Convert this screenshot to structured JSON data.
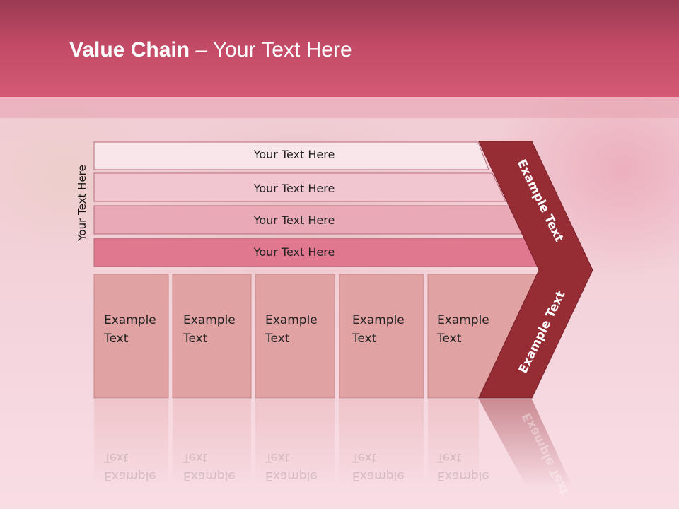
{
  "slide": {
    "title_bold": "Value Chain",
    "title_rest": " – Your Text Here",
    "side_label": "Your Text Here",
    "bars": [
      {
        "label": "Your Text Here",
        "fill": "#f9e6ea"
      },
      {
        "label": "Your Text Here",
        "fill": "#f2c6d0"
      },
      {
        "label": "Your Text Here",
        "fill": "#eaa9b7"
      },
      {
        "label": "Your Text Here",
        "fill": "#e07890"
      }
    ],
    "boxes": [
      {
        "label": "Example\nText"
      },
      {
        "label": "Example\nText"
      },
      {
        "label": "Example\nText"
      },
      {
        "label": "Example\nText"
      },
      {
        "label": "Example\nText"
      }
    ],
    "chevron_top_label": "Example Text",
    "chevron_bottom_label": "Example Text",
    "colors": {
      "header": "#c24a66",
      "chevron": "#962d35",
      "box_fill": "#e0a2a2",
      "box_border": "#c78a8a"
    }
  }
}
